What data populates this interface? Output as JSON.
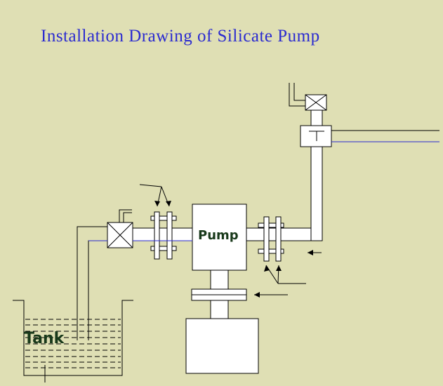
{
  "diagram": {
    "title": "Installation Drawing of Silicate Pump",
    "labels": {
      "pump": "Pump",
      "tank": "Tank",
      "tee_symbol": "T"
    },
    "colors": {
      "background": "#dfdfb4",
      "title": "#2b2bd0",
      "line": "#000000",
      "pipe_fill": "#ffffff",
      "flow_line": "#2a2acf",
      "label_text": "#18391a"
    }
  }
}
